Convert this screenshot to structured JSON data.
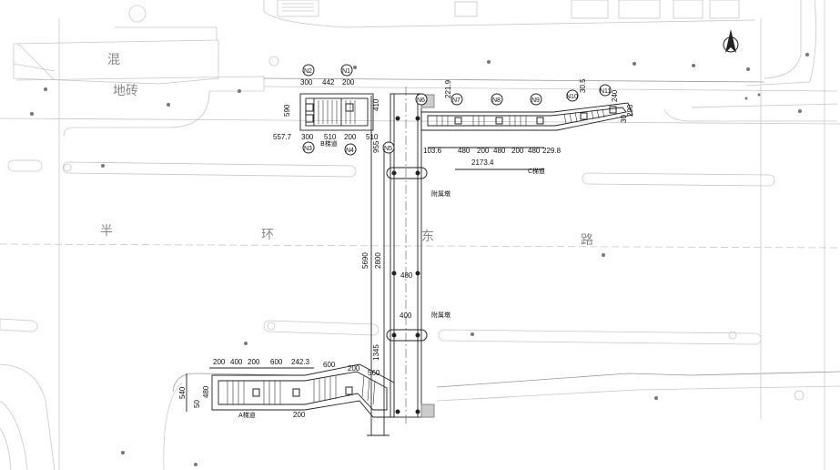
{
  "road_labels": [
    "混",
    "地砖",
    "半",
    "环",
    "东",
    "路"
  ],
  "stair_labels": {
    "a": "A梯道",
    "b": "B梯道",
    "c": "C梯道"
  },
  "platform_labels": [
    "附属墩",
    "附属墩"
  ],
  "column_marks": [
    "N1",
    "N2",
    "N3",
    "N4",
    "N5",
    "N6",
    "N7",
    "N8",
    "N9",
    "N10",
    "N11"
  ],
  "b_stair_dims": {
    "top": [
      "300",
      "442",
      "200"
    ],
    "bottom": [
      "557.7",
      "300",
      "510",
      "200",
      "510"
    ],
    "side": [
      "590"
    ]
  },
  "main_span_dims": {
    "vertical": [
      "955",
      "410",
      "5690",
      "2800",
      "1345",
      "560",
      "221.9"
    ],
    "horizontal": [
      "480",
      "400"
    ]
  },
  "c_stair_dims": {
    "top": [
      "103.6",
      "480",
      "200",
      "480",
      "200",
      "480",
      "229.8"
    ],
    "total": "2173.4",
    "angled": [
      "240",
      "30.5",
      "290",
      "30"
    ]
  },
  "a_stair_dims": {
    "top": [
      "200",
      "400",
      "200",
      "600",
      "242.3",
      "600",
      "200"
    ],
    "side": [
      "540",
      "480",
      "50"
    ],
    "bottom": [
      "200"
    ]
  }
}
